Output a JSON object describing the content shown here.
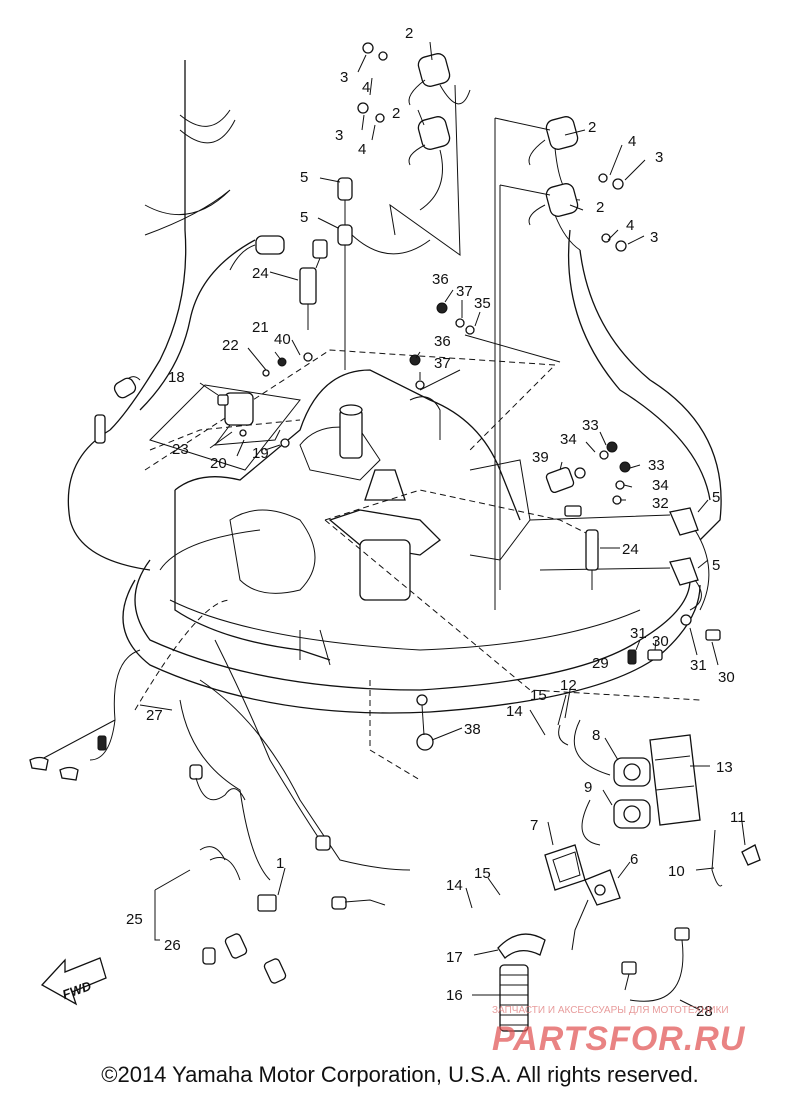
{
  "callouts": [
    {
      "id": "c2a",
      "text": "2"
    },
    {
      "id": "c3a",
      "text": "3"
    },
    {
      "id": "c4a",
      "text": "4"
    },
    {
      "id": "c2b",
      "text": "2"
    },
    {
      "id": "c3b",
      "text": "3"
    },
    {
      "id": "c4b",
      "text": "4"
    },
    {
      "id": "c2c",
      "text": "2"
    },
    {
      "id": "c4c",
      "text": "4"
    },
    {
      "id": "c3c",
      "text": "3"
    },
    {
      "id": "c2d",
      "text": "2"
    },
    {
      "id": "c4d",
      "text": "4"
    },
    {
      "id": "c3d",
      "text": "3"
    },
    {
      "id": "c5a",
      "text": "5"
    },
    {
      "id": "c5b",
      "text": "5"
    },
    {
      "id": "c24a",
      "text": "24"
    },
    {
      "id": "c36a",
      "text": "36"
    },
    {
      "id": "c37a",
      "text": "37"
    },
    {
      "id": "c35",
      "text": "35"
    },
    {
      "id": "c21",
      "text": "21"
    },
    {
      "id": "c40",
      "text": "40"
    },
    {
      "id": "c22",
      "text": "22"
    },
    {
      "id": "c36b",
      "text": "36"
    },
    {
      "id": "c37b",
      "text": "37"
    },
    {
      "id": "c18",
      "text": "18"
    },
    {
      "id": "c23",
      "text": "23"
    },
    {
      "id": "c20",
      "text": "20"
    },
    {
      "id": "c19",
      "text": "19"
    },
    {
      "id": "c33a",
      "text": "33"
    },
    {
      "id": "c34a",
      "text": "34"
    },
    {
      "id": "c39",
      "text": "39"
    },
    {
      "id": "c33b",
      "text": "33"
    },
    {
      "id": "c34b",
      "text": "34"
    },
    {
      "id": "c32",
      "text": "32"
    },
    {
      "id": "c5c",
      "text": "5"
    },
    {
      "id": "c24b",
      "text": "24"
    },
    {
      "id": "c5d",
      "text": "5"
    },
    {
      "id": "c31a",
      "text": "31"
    },
    {
      "id": "c30a",
      "text": "30"
    },
    {
      "id": "c29",
      "text": "29"
    },
    {
      "id": "c31b",
      "text": "31"
    },
    {
      "id": "c30b",
      "text": "30"
    },
    {
      "id": "c27",
      "text": "27"
    },
    {
      "id": "c14a",
      "text": "14"
    },
    {
      "id": "c15a",
      "text": "15"
    },
    {
      "id": "c12",
      "text": "12"
    },
    {
      "id": "c38",
      "text": "38"
    },
    {
      "id": "c8",
      "text": "8"
    },
    {
      "id": "c13",
      "text": "13"
    },
    {
      "id": "c9",
      "text": "9"
    },
    {
      "id": "c7",
      "text": "7"
    },
    {
      "id": "c11",
      "text": "11"
    },
    {
      "id": "c10",
      "text": "10"
    },
    {
      "id": "c6",
      "text": "6"
    },
    {
      "id": "c1",
      "text": "1"
    },
    {
      "id": "c14b",
      "text": "14"
    },
    {
      "id": "c15b",
      "text": "15"
    },
    {
      "id": "c25",
      "text": "25"
    },
    {
      "id": "c26",
      "text": "26"
    },
    {
      "id": "c17",
      "text": "17"
    },
    {
      "id": "c16",
      "text": "16"
    },
    {
      "id": "c28",
      "text": "28"
    }
  ],
  "fwd_label": "FWD",
  "copyright": "©2014 Yamaha Motor Corporation, U.S.A. All rights reserved.",
  "watermark": {
    "tagline": "ЗАПЧАСТИ И АКСЕССУАРЫ ДЛЯ МОТОТЕХНИКИ",
    "logo": "PARTSFOR.RU"
  },
  "colors": {
    "ink": "#111111",
    "paper": "#ffffff",
    "watermark": "#e05050"
  }
}
